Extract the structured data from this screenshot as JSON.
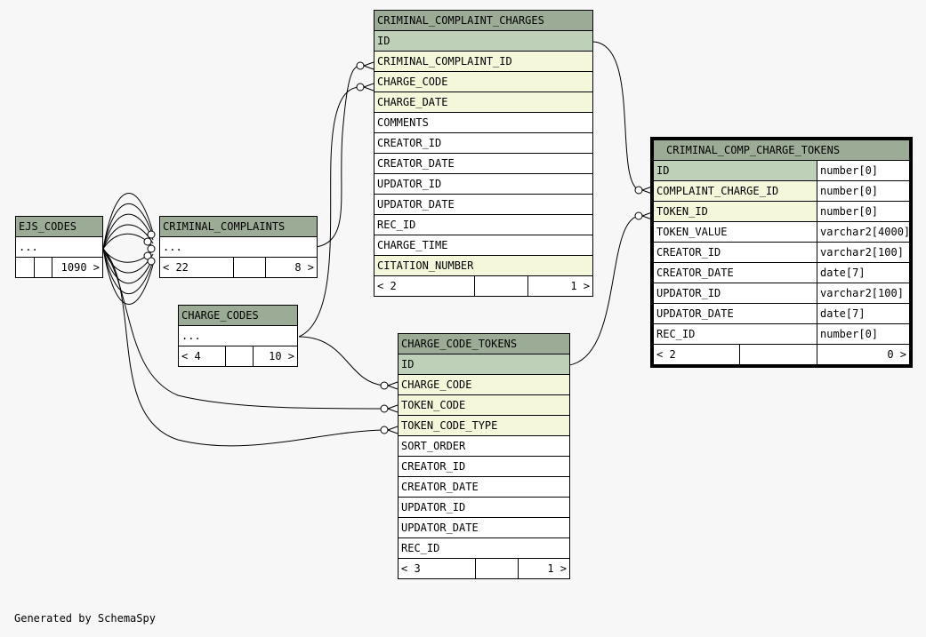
{
  "tables": {
    "ejs_codes": {
      "name": "EJS_CODES",
      "rows": [
        "..."
      ],
      "footer": [
        "",
        "",
        "1090 >"
      ]
    },
    "criminal_complaints": {
      "name": "CRIMINAL_COMPLAINTS",
      "rows": [
        "..."
      ],
      "footer": [
        "< 22",
        "",
        "8 >"
      ]
    },
    "charge_codes": {
      "name": "CHARGE_CODES",
      "rows": [
        "..."
      ],
      "footer": [
        "< 4",
        "",
        "10 >"
      ]
    },
    "criminal_complaint_charges": {
      "name": "CRIMINAL_COMPLAINT_CHARGES",
      "rows": [
        "ID",
        "CRIMINAL_COMPLAINT_ID",
        "CHARGE_CODE",
        "CHARGE_DATE",
        "COMMENTS",
        "CREATOR_ID",
        "CREATOR_DATE",
        "UPDATOR_ID",
        "UPDATOR_DATE",
        "REC_ID",
        "CHARGE_TIME",
        "CITATION_NUMBER"
      ],
      "footer": [
        "< 2",
        "",
        "1 >"
      ]
    },
    "charge_code_tokens": {
      "name": "CHARGE_CODE_TOKENS",
      "rows": [
        "ID",
        "CHARGE_CODE",
        "TOKEN_CODE",
        "TOKEN_CODE_TYPE",
        "SORT_ORDER",
        "CREATOR_ID",
        "CREATOR_DATE",
        "UPDATOR_ID",
        "UPDATOR_DATE",
        "REC_ID"
      ],
      "footer": [
        "< 3",
        "",
        "1 >"
      ]
    },
    "criminal_comp_charge_tokens": {
      "name": "CRIMINAL_COMP_CHARGE_TOKENS",
      "rows": [
        {
          "col": "ID",
          "type": "number[0]"
        },
        {
          "col": "COMPLAINT_CHARGE_ID",
          "type": "number[0]"
        },
        {
          "col": "TOKEN_ID",
          "type": "number[0]"
        },
        {
          "col": "TOKEN_VALUE",
          "type": "varchar2[4000]"
        },
        {
          "col": "CREATOR_ID",
          "type": "varchar2[100]"
        },
        {
          "col": "CREATOR_DATE",
          "type": "date[7]"
        },
        {
          "col": "UPDATOR_ID",
          "type": "varchar2[100]"
        },
        {
          "col": "UPDATOR_DATE",
          "type": "date[7]"
        },
        {
          "col": "REC_ID",
          "type": "number[0]"
        }
      ],
      "footer": [
        "< 2",
        "",
        "0 >"
      ]
    }
  },
  "generated_by": "Generated by SchemaSpy",
  "colors": {
    "header": "#9cab96",
    "primary_key": "#bed1b8",
    "foreign_key": "#f4f7da",
    "background": "#f7f7f7"
  }
}
